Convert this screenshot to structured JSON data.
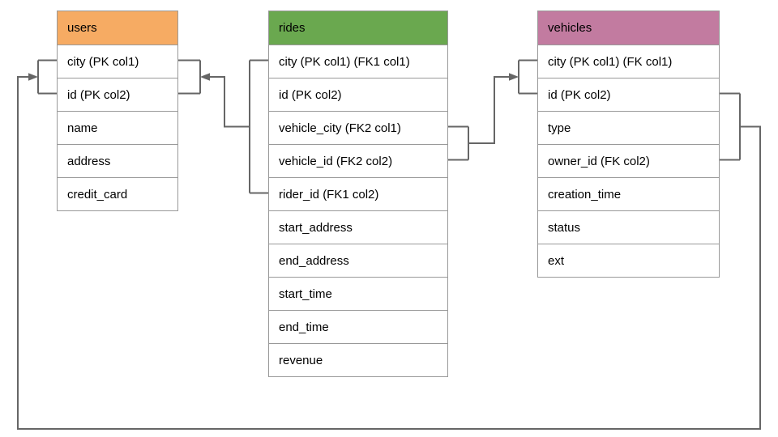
{
  "tables": {
    "users": {
      "title": "users",
      "header_color": "#f6ab63",
      "columns": [
        "city (PK col1)",
        "id (PK col2)",
        "name",
        "address",
        "credit_card"
      ]
    },
    "rides": {
      "title": "rides",
      "header_color": "#6aa84f",
      "columns": [
        "city (PK col1) (FK1 col1)",
        "id (PK col2)",
        "vehicle_city (FK2 col1)",
        "vehicle_id (FK2 col2)",
        "rider_id (FK1 col2)",
        "start_address",
        "end_address",
        "start_time",
        "end_time",
        "revenue"
      ]
    },
    "vehicles": {
      "title": "vehicles",
      "header_color": "#c27ba0",
      "columns": [
        "city (PK col1) (FK col1)",
        "id (PK col2)",
        "type",
        "owner_id (FK col2)",
        "creation_time",
        "status",
        "ext"
      ]
    }
  },
  "relationships": [
    {
      "name": "rides-fk1-to-users",
      "from_table": "rides",
      "from_columns": [
        "city",
        "rider_id"
      ],
      "to_table": "users",
      "to_columns": [
        "city",
        "id"
      ]
    },
    {
      "name": "rides-fk2-to-vehicles",
      "from_table": "rides",
      "from_columns": [
        "vehicle_city",
        "vehicle_id"
      ],
      "to_table": "vehicles",
      "to_columns": [
        "city",
        "id"
      ]
    },
    {
      "name": "vehicles-fk-to-users",
      "from_table": "vehicles",
      "from_columns": [
        "city",
        "owner_id"
      ],
      "to_table": "users",
      "to_columns": [
        "city",
        "id"
      ]
    }
  ],
  "colors": {
    "line": "#666666",
    "table_border": "#999999",
    "text": "#000000",
    "background": "#ffffff",
    "users_header": "#f6ab63",
    "rides_header": "#6aa84f",
    "vehicles_header": "#c27ba0"
  }
}
